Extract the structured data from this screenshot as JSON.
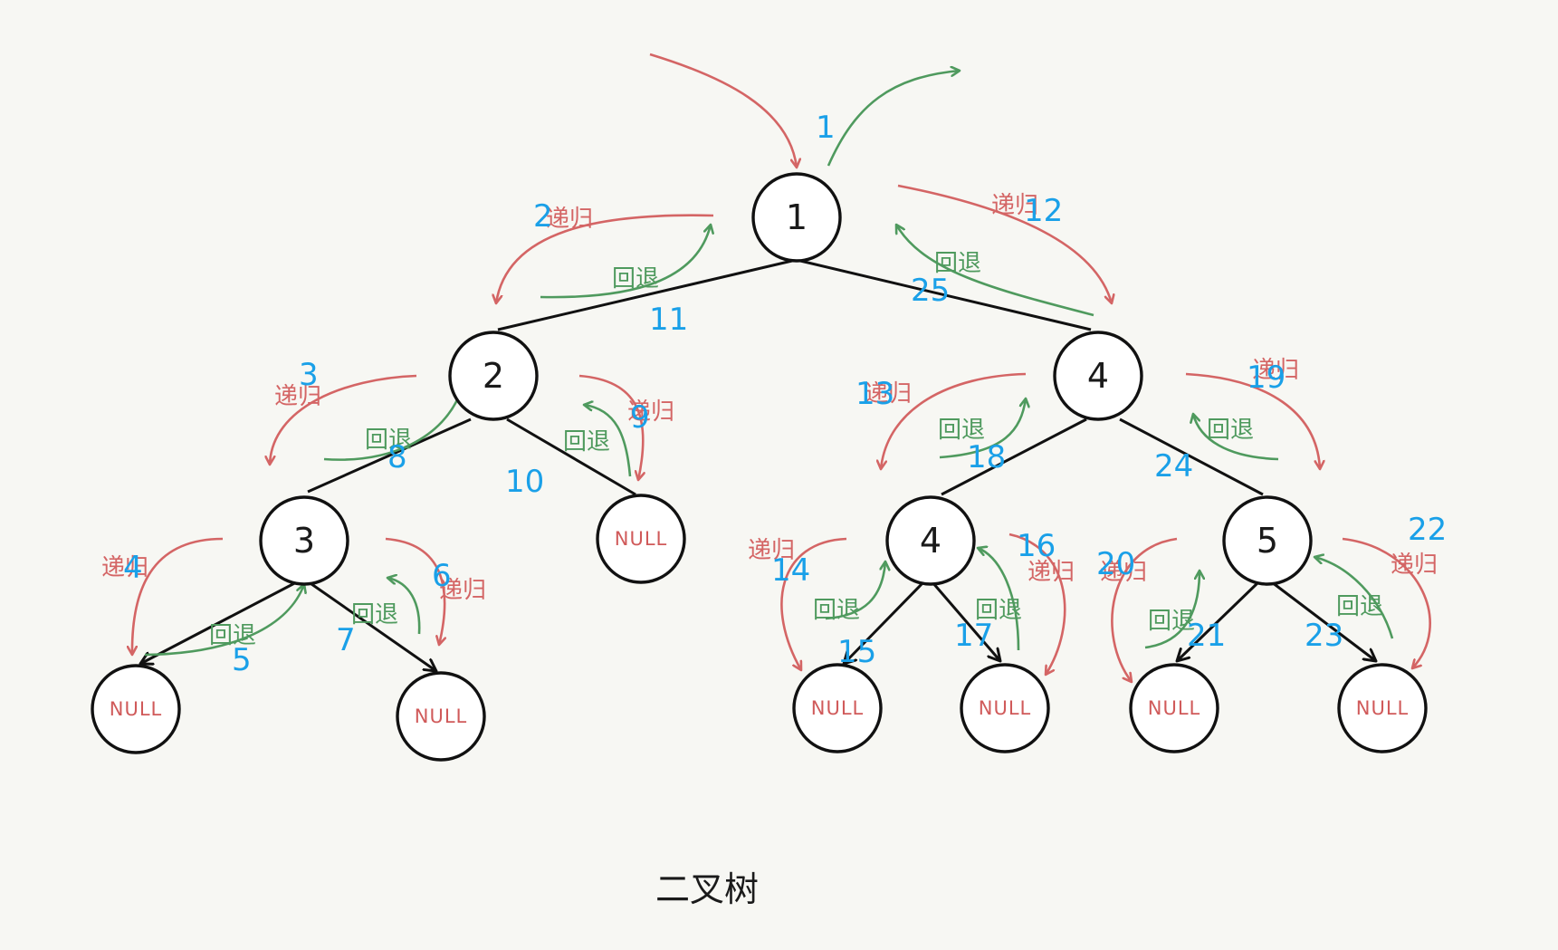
{
  "colors": {
    "recursion": "#d46565",
    "backtrack": "#4f9a5e",
    "step": "#1aa0e8",
    "node": "#111111",
    "null": "#d05a5a"
  },
  "labels": {
    "recurse": "递归",
    "backtrack": "回退"
  },
  "caption": "二叉树",
  "nodes": {
    "root": "1",
    "n2": "2",
    "n4": "4",
    "n3": "3",
    "n4b": "4",
    "n5": "5",
    "null_2r": "NULL",
    "null_3l": "NULL",
    "null_3r": "NULL",
    "null_4l": "NULL",
    "null_4r": "NULL",
    "null_5l": "NULL",
    "null_5r": "NULL"
  },
  "steps": [
    "1",
    "2",
    "3",
    "4",
    "5",
    "6",
    "7",
    "8",
    "9",
    "10",
    "11",
    "12",
    "13",
    "14",
    "15",
    "16",
    "17",
    "18",
    "19",
    "20",
    "21",
    "22",
    "23",
    "24",
    "25"
  ]
}
